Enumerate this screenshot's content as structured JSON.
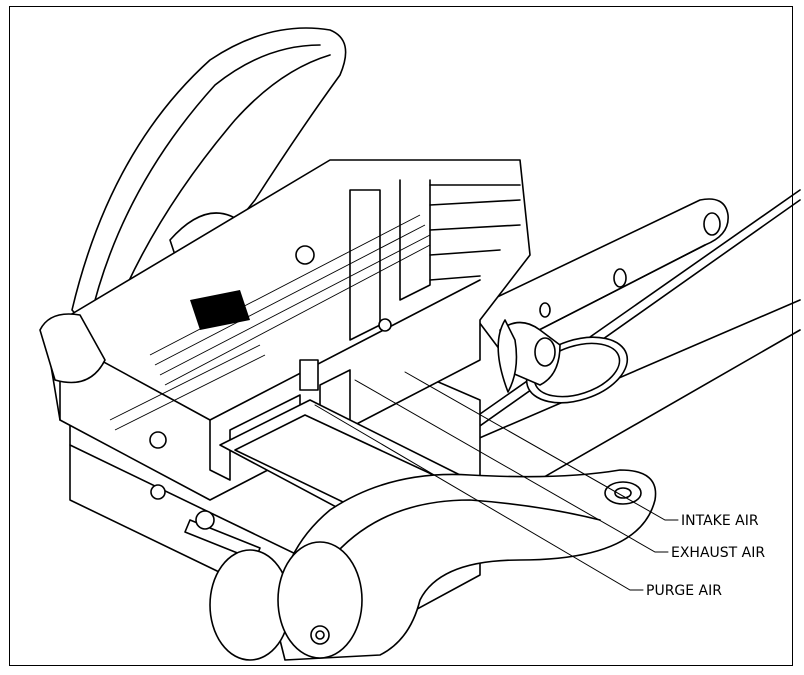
{
  "callouts": [
    {
      "id": "intake",
      "label": "INTAKE AIR"
    },
    {
      "id": "exhaust",
      "label": "EXHAUST AIR"
    },
    {
      "id": "purge",
      "label": "PURGE AIR"
    }
  ]
}
